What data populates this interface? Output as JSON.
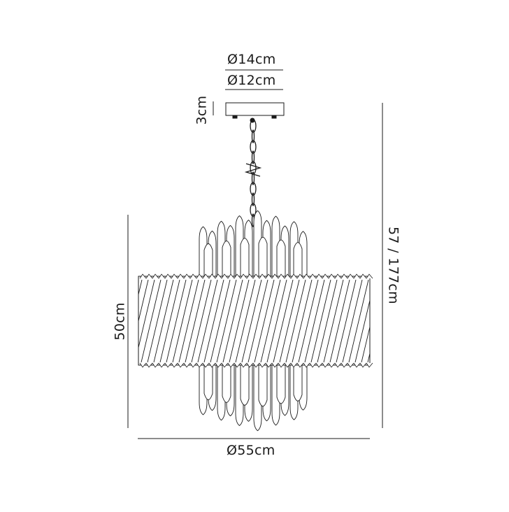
{
  "dimensions": {
    "canopy_outer_diameter": "Ø14cm",
    "canopy_inner_diameter": "Ø12cm",
    "canopy_height": "3cm",
    "body_height": "50cm",
    "overall_drop": "57 / 177cm",
    "body_diameter": "Ø55cm"
  },
  "colors": {
    "line": "#1a1a1a",
    "background": "#ffffff"
  }
}
